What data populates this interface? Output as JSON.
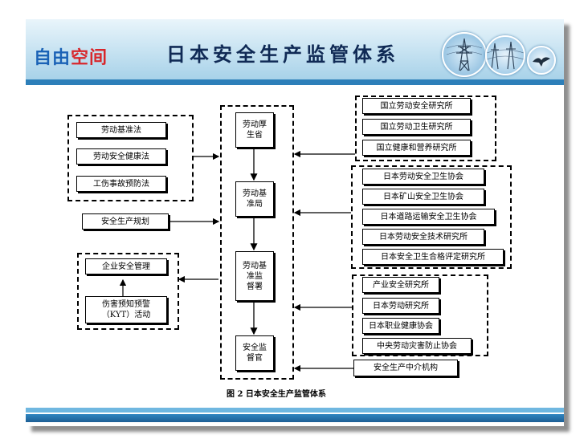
{
  "header": {
    "logo_a": "自由",
    "logo_b": "空间",
    "title": "日本安全生产监管体系"
  },
  "decor": {
    "icons": [
      "power-tower-icon",
      "power-line-icon",
      "bird-icon"
    ]
  },
  "center_chain": [
    "劳动厚\n生省",
    "劳动基\n准局",
    "劳动基\n准监\n督署",
    "安全监\n督官"
  ],
  "laws": [
    "劳动基准法",
    "劳动安全健康法",
    "工伤事故预防法"
  ],
  "planning": "安全生产规划",
  "enterprise": [
    "企业安全管理",
    "伤害预知预警\n（KYT）活动"
  ],
  "institutes": [
    "国立劳动安全研究所",
    "国立劳动卫生研究所",
    "国立健康和营养研究所"
  ],
  "associations": [
    "日本劳动安全卫生协会",
    "日本矿山安全卫生协会",
    "日本道路运输安全卫生协会",
    "日本劳动安全技术研究所",
    "日本安全卫生合格评定研究所"
  ],
  "research": [
    "产业安全研究所",
    "日本劳动研究所",
    "日本职业健康协会",
    "中央劳动灾害防止协会"
  ],
  "intermediary": "安全生产中介机构",
  "caption": "图 2   日本安全生产监管体系"
}
